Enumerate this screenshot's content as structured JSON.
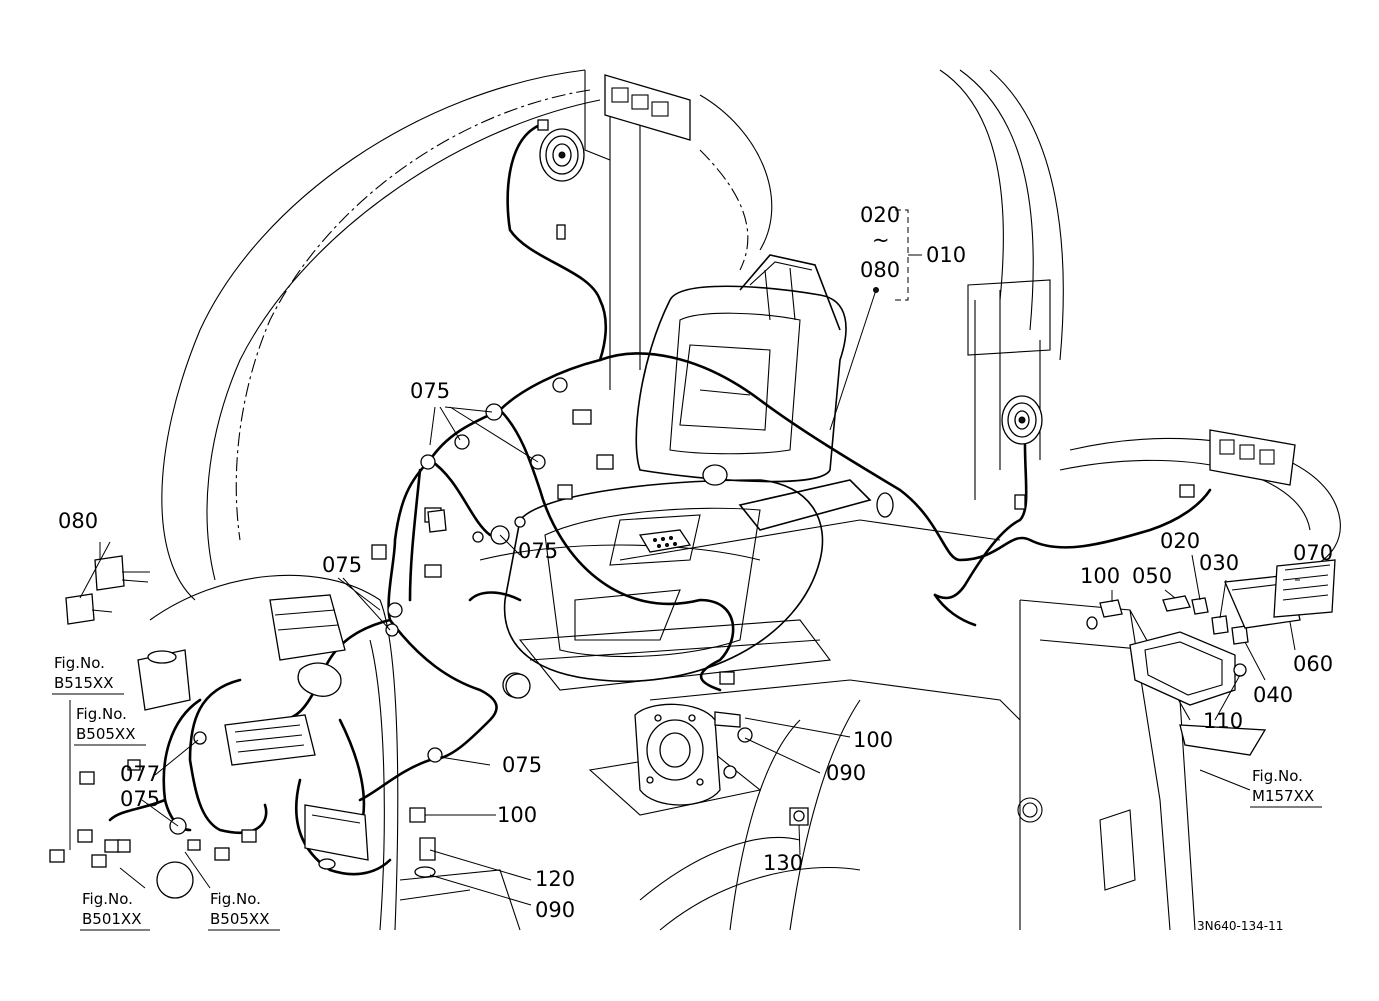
{
  "diagram": {
    "drawing_code": "3N640-134-11",
    "part_labels": [
      {
        "id": "l020a",
        "text": "020"
      },
      {
        "id": "ltilde",
        "text": "~"
      },
      {
        "id": "l080a",
        "text": "080"
      },
      {
        "id": "l010",
        "text": "010"
      },
      {
        "id": "l075a",
        "text": "075"
      },
      {
        "id": "l075b",
        "text": "075"
      },
      {
        "id": "l075c",
        "text": "075"
      },
      {
        "id": "l075d",
        "text": "075"
      },
      {
        "id": "l075e",
        "text": "075"
      },
      {
        "id": "l077",
        "text": "077"
      },
      {
        "id": "l080b",
        "text": "080"
      },
      {
        "id": "l100a",
        "text": "100"
      },
      {
        "id": "l050",
        "text": "050"
      },
      {
        "id": "l020b",
        "text": "020"
      },
      {
        "id": "l030",
        "text": "030"
      },
      {
        "id": "l070",
        "text": "070"
      },
      {
        "id": "l060",
        "text": "060"
      },
      {
        "id": "l040",
        "text": "040"
      },
      {
        "id": "l110",
        "text": "110"
      },
      {
        "id": "l100b",
        "text": "100"
      },
      {
        "id": "l090a",
        "text": "090"
      },
      {
        "id": "l100c",
        "text": "100"
      },
      {
        "id": "l130",
        "text": "130"
      },
      {
        "id": "l120",
        "text": "120"
      },
      {
        "id": "l090b",
        "text": "090"
      }
    ],
    "figure_refs": [
      {
        "id": "b515",
        "line1": "Fig.No.",
        "line2": "B515XX"
      },
      {
        "id": "b505a",
        "line1": "Fig.No.",
        "line2": "B505XX"
      },
      {
        "id": "b501",
        "line1": "Fig.No.",
        "line2": "B501XX"
      },
      {
        "id": "b505b",
        "line1": "Fig.No.",
        "line2": "B505XX"
      },
      {
        "id": "m157",
        "line1": "Fig.No.",
        "line2": "M157XX"
      }
    ]
  }
}
